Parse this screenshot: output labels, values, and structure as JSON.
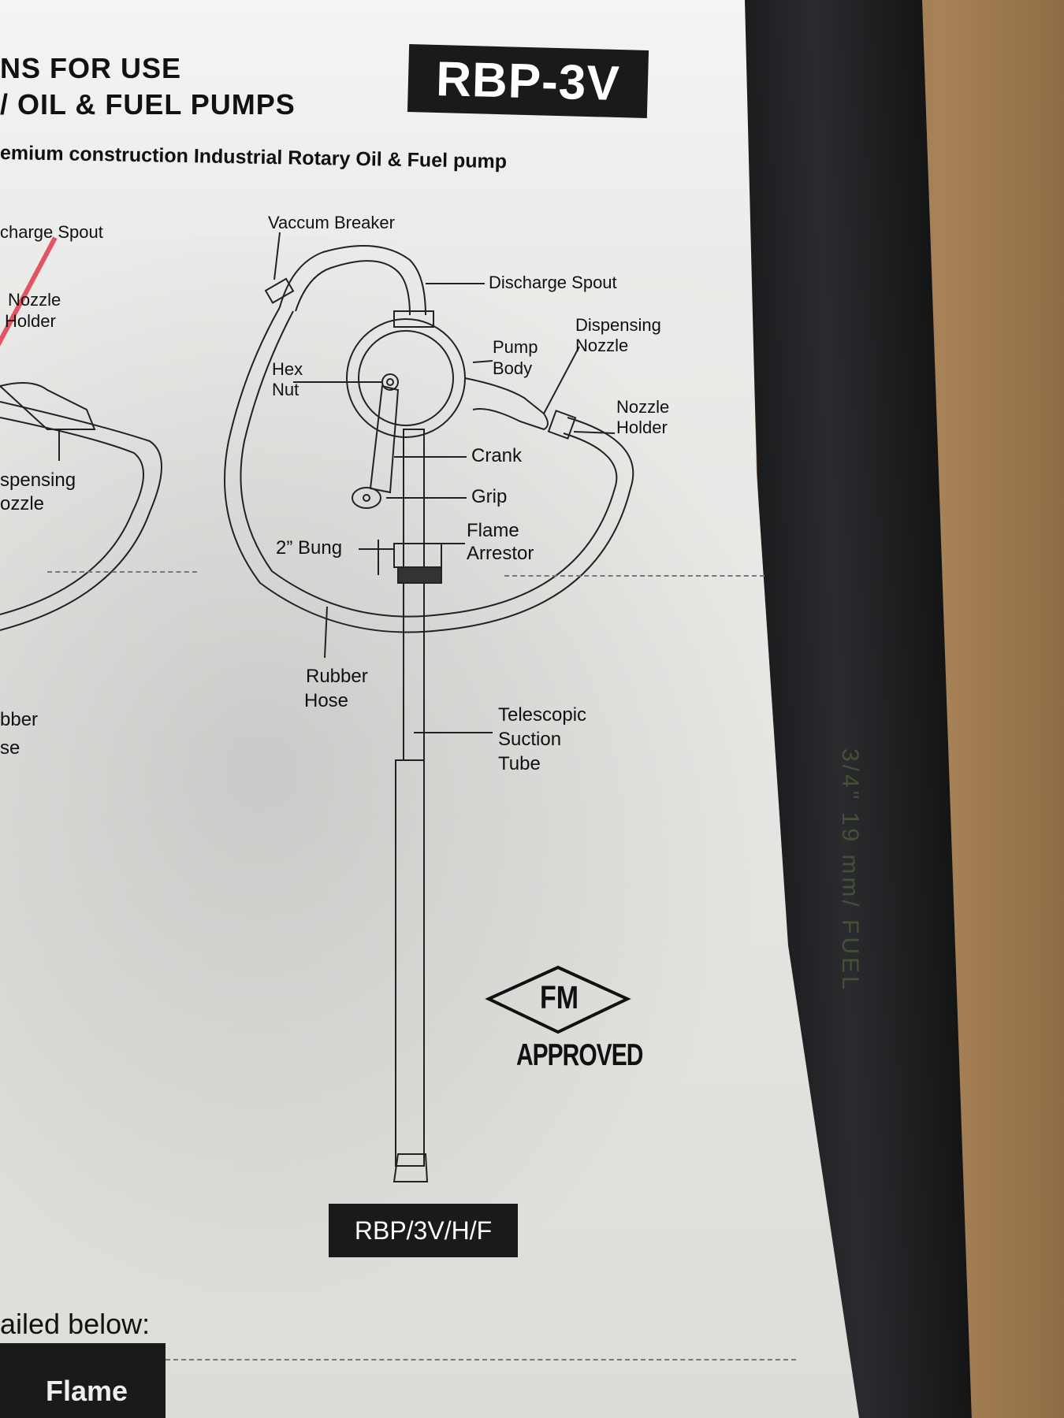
{
  "header": {
    "title_line1": "NS FOR USE",
    "title_line2": "/ OIL & FUEL PUMPS",
    "model_badge": "RBP-3V",
    "subtitle": "emium construction Industrial Rotary Oil & Fuel pump"
  },
  "left_diagram": {
    "discharge_spout": "charge Spout",
    "nozzle_holder": [
      "Nozzle",
      "Holder"
    ],
    "dispensing_nozzle": [
      "spensing",
      "ozzle"
    ],
    "rubber_hose": [
      "bber",
      "se"
    ]
  },
  "main_diagram": {
    "vaccum_breaker": "Vaccum Breaker",
    "discharge_spout": "Discharge Spout",
    "dispensing_nozzle": [
      "Dispensing",
      "Nozzle"
    ],
    "pump_body": [
      "Pump",
      "Body"
    ],
    "hex_nut": [
      "Hex",
      "Nut"
    ],
    "nozzle_holder": [
      "Nozzle",
      "Holder"
    ],
    "crank": "Crank",
    "grip": "Grip",
    "flame_arrestor": [
      "Flame",
      "Arrestor"
    ],
    "bung": "2” Bung",
    "rubber_hose": [
      "Rubber",
      "Hose"
    ],
    "telescopic_suction_tube": [
      "Telescopic",
      "Suction",
      "Tube"
    ]
  },
  "certification": {
    "fm_logo": "FM",
    "fm_text": "APPROVED"
  },
  "model_label": "RBP/3V/H/F",
  "footer": {
    "detailed_text": "ailed below:",
    "table_header": "Flame"
  },
  "background": {
    "bag_print": "3/4\" 19 mm/ FUEL"
  }
}
